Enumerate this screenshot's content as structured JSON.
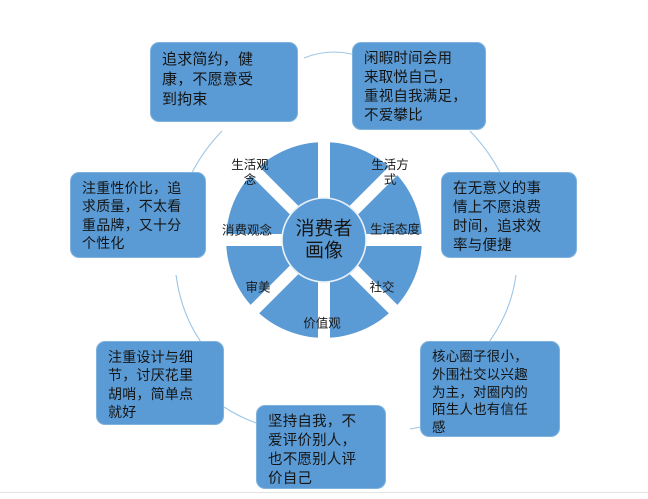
{
  "diagram": {
    "title": "消费者画像",
    "hub_label": "消费者\n画像",
    "colors": {
      "segment_blue": "#5b9bd5",
      "box_blue": "#5b9bd5",
      "box_border": "#7fb3de",
      "connector_line": "#9ec6e6",
      "gap_white": "#ffffff",
      "text_dark": "#141414",
      "background": "#ffffff",
      "bottom_rule": "#e3e3e3"
    },
    "segments": [
      {
        "label": "生活观\n念",
        "name": "life-concept"
      },
      {
        "label": "生活方\n式",
        "name": "lifestyle"
      },
      {
        "label": "生活态度",
        "name": "life-attitude"
      },
      {
        "label": "社交",
        "name": "social"
      },
      {
        "label": "价值观",
        "name": "values"
      },
      {
        "label": "审美",
        "name": "aesthetics"
      },
      {
        "label": "消费观念",
        "name": "consumption-concept"
      }
    ],
    "callouts": [
      {
        "name": "callout-life-concept",
        "text": "追求简约，健\n康，不愿意受\n到拘束"
      },
      {
        "name": "callout-lifestyle",
        "text": "闲暇时间会用\n来取悦自己，\n重视自我满足，\n不爱攀比"
      },
      {
        "name": "callout-life-attitude",
        "text": "在无意义的事\n情上不愿浪费\n时间，追求效\n率与便捷"
      },
      {
        "name": "callout-social",
        "text": "核心圈子很小，\n外围社交以兴趣\n为主，对圈内的\n陌生人也有信任\n感"
      },
      {
        "name": "callout-values",
        "text": "坚持自我，不\n爱评价别人，\n也不愿别人评\n价自己"
      },
      {
        "name": "callout-aesthetics",
        "text": "注重设计与细\n节，讨厌花里\n胡哨，简单点\n就好"
      },
      {
        "name": "callout-consumption-concept",
        "text": "注重性价比，追\n求质量，不太看\n重品牌，又十分\n个性化"
      }
    ]
  },
  "chart_data": {
    "type": "pie",
    "title": "消费者画像",
    "categories": [
      "生活观念",
      "生活方式",
      "生活态度",
      "社交",
      "价值观",
      "审美",
      "消费观念"
    ],
    "values": [
      1,
      1,
      1,
      1,
      1,
      1,
      1
    ],
    "legend": "none",
    "note": "Donut/ring diagram: 8 equal wedge slots, one hidden, 7 labeled spokes around a central hub."
  }
}
